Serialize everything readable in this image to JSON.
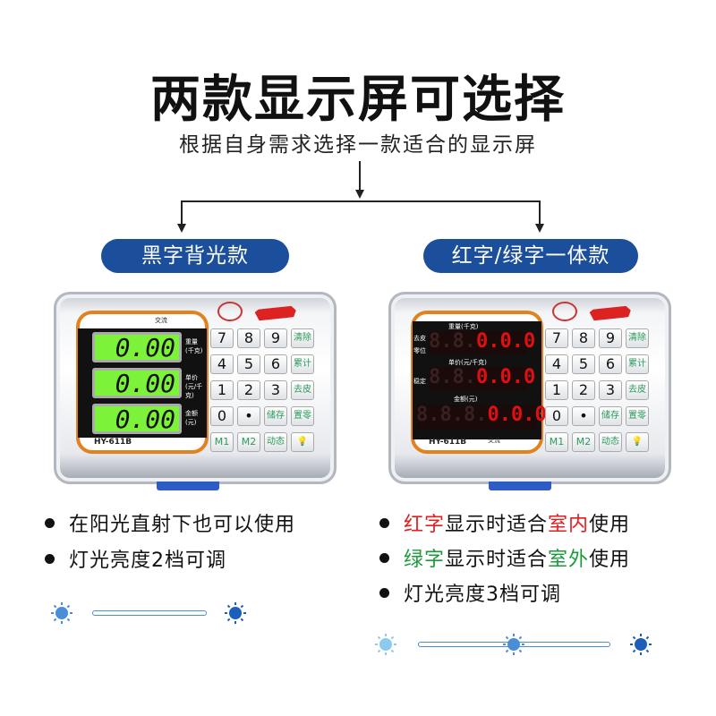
{
  "header": {
    "title": "两款显示屏可选择",
    "subtitle": "根据自身需求选择一款适合的显示屏"
  },
  "options": [
    {
      "label": "黑字背光款"
    },
    {
      "label": "红字/绿字一体款"
    }
  ],
  "left_device": {
    "model": "HY-611B",
    "power_label": "交流",
    "readings": [
      "0.00",
      "0.00",
      "0.00"
    ],
    "row_labels": [
      "重量(千克)",
      "单价(元/千克)",
      "金额(元)"
    ],
    "lcd_color": "#7df23a"
  },
  "right_device": {
    "model": "HY-611B",
    "power_label": "交流",
    "readings": [
      "0.0.0",
      "0.0.0",
      "0.0.0"
    ],
    "headers": [
      "重量(千克)",
      "单价(元/千克)",
      "金额(元)"
    ],
    "side_labels": [
      "去皮",
      "零位",
      "稳定"
    ],
    "led_color": "#e01010"
  },
  "keypad": [
    "7",
    "8",
    "9",
    "清除",
    "4",
    "5",
    "6",
    "累计",
    "1",
    "2",
    "3",
    "去皮",
    "0",
    "•",
    "储存",
    "置零",
    "M1",
    "M2",
    "动态",
    "💡"
  ],
  "left_features": [
    "在阳光直射下也可以使用",
    "灯光亮度2档可调"
  ],
  "right_features": [
    {
      "a": "红字",
      "b": "显示时适合",
      "c": "室内",
      "d": "使用",
      "color": "#e02020"
    },
    {
      "a": "绿字",
      "b": "显示时适合",
      "c": "室外",
      "d": "使用",
      "color": "#1a9a3a"
    },
    {
      "a": "",
      "b": "灯光亮度3档可调",
      "c": "",
      "d": "",
      "color": "#111"
    }
  ],
  "brightness": {
    "left_levels": 2,
    "right_levels": 3,
    "colors": [
      "#8fc8f0",
      "#4a8ed8",
      "#1b5fb8"
    ]
  }
}
